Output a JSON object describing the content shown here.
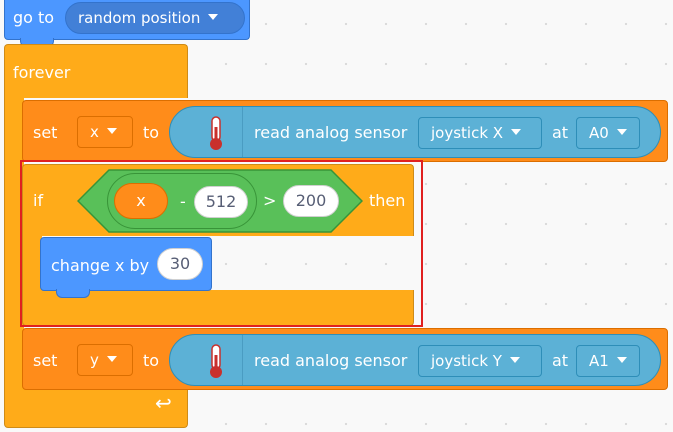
{
  "blocks": {
    "goto": {
      "label": "go to",
      "target": "random position"
    },
    "forever": {
      "label": "forever"
    },
    "set_x": {
      "set_label": "set",
      "variable": "x",
      "to_label": "to",
      "reporter_label": "read analog sensor",
      "sensor": "joystick X",
      "at_label": "at",
      "pin": "A0"
    },
    "if_block": {
      "if_label": "if",
      "variable": "x",
      "minus_op": "-",
      "minus_value": "512",
      "gt_op": ">",
      "gt_value": "200",
      "then_label": "then"
    },
    "change_x": {
      "label": "change x by",
      "value": "30"
    },
    "set_y": {
      "set_label": "set",
      "variable": "y",
      "to_label": "to",
      "reporter_label": "read analog sensor",
      "sensor": "joystick Y",
      "at_label": "at",
      "pin": "A1"
    }
  },
  "colors": {
    "motion": "#4c97ff",
    "control": "#ffab19",
    "variables": "#ff8c1a",
    "sensor_ext": "#5cb1d6",
    "operators": "#59c059",
    "highlight": "#e02020"
  },
  "icons": {
    "sensor_icon": "thermometer-icon",
    "loop_icon": "loop-arrow-icon"
  }
}
